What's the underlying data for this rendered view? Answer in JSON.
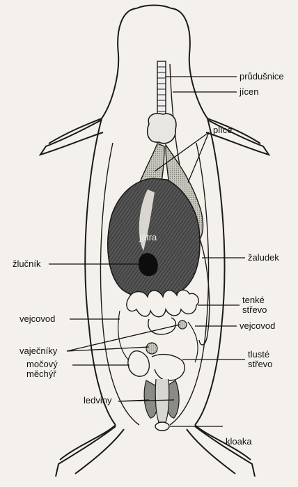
{
  "labels": {
    "prudusnice": "průdušnice",
    "jicen": "jícen",
    "plice": "plíce",
    "jatra": "játra",
    "zaludek": "žaludek",
    "zlucnik": "žlučník",
    "tenke_strevo": "tenké střevo",
    "vejcovod_left": "vejcovod",
    "vejcovod_right": "vejcovod",
    "vajecniky": "vaječníky",
    "mocovy_mechyr": "močový měchýř",
    "tluste_strevo": "tlusté střevo",
    "ledviny": "ledviny",
    "kloaka": "kloaka"
  },
  "colors": {
    "background": "#f4f1ec",
    "ink": "#1a1a1a",
    "liver": "#4a4a4a",
    "lung": "#bdbdb2",
    "gallbladder": "#0d0d0d",
    "kidney": "#8a8a86"
  }
}
